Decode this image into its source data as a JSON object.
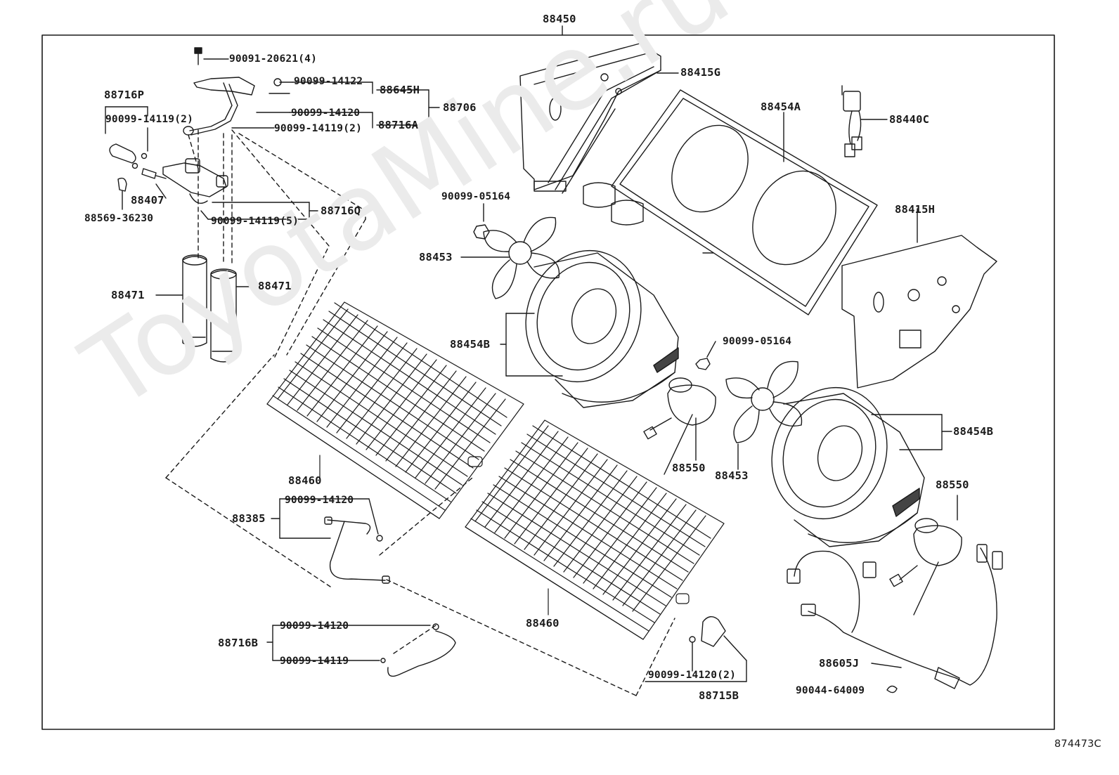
{
  "diagram": {
    "assembly_number": "88450",
    "figure_code": "874473C",
    "watermark": "ToyotaMine.ru",
    "labels": {
      "bolt": "90091-20621(4)",
      "orings_a": "90099-14122",
      "pipe_88645H": "88645H",
      "oring_b": "90099-14120",
      "orings_c": "90099-14119(2)",
      "pipe_88716A": "88716A",
      "group_88706": "88706",
      "pipe_88716P": "88716P",
      "orings_p": "90099-14119(2)",
      "switch": "88407",
      "cover": "88569-36230",
      "orings_q": "90099-14119(5)",
      "pipe_88716Q": "88716Q",
      "receiver_left": "88471",
      "receiver_right": "88471",
      "bracket_G": "88415G",
      "shroud_A": "88454A",
      "relay": "88440C",
      "nut_upper": "90099-05164",
      "bracket_H": "88415H",
      "fan_upper": "88453",
      "shroud_B_left": "88454B",
      "nut_middle": "90099-05164",
      "condenser_upper": "88460",
      "motor_left": "88550",
      "fan_lower": "88453",
      "shroud_B_right": "88454B",
      "motor_right": "88550",
      "oring_385": "90099-14120",
      "pipe_88385": "88385",
      "condenser_lower": "88460",
      "oring_716B_top": "90099-14120",
      "pipe_88716B": "88716B",
      "oring_716B_bottom": "90099-14119",
      "wire_harness": "88605J",
      "orings_715B": "90099-14120(2)",
      "pipe_88715B": "88715B",
      "clamp": "90044-64009"
    }
  }
}
